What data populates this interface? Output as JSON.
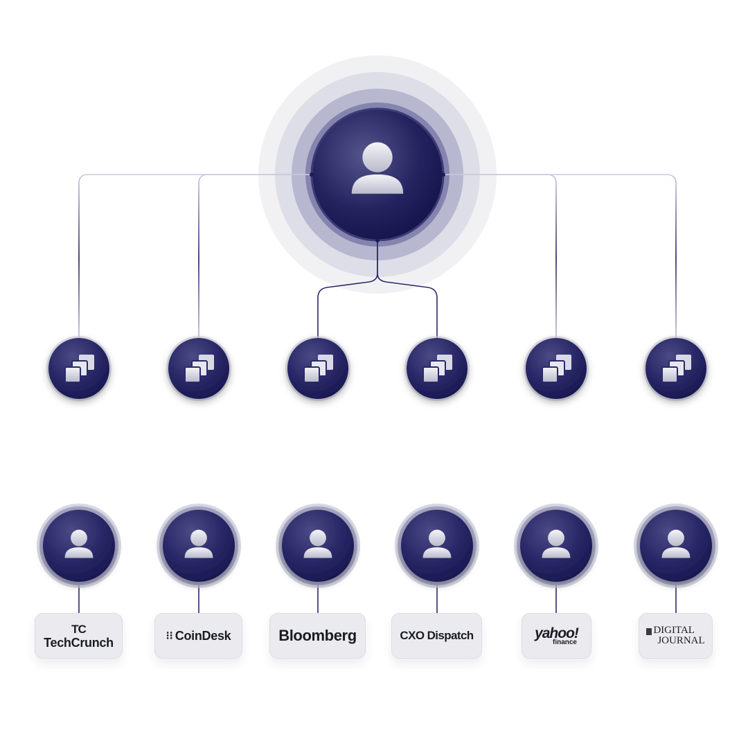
{
  "diagram": {
    "root": {
      "icon": "person-icon"
    },
    "branches": [
      {
        "channel_icon": "stacked-squares-icon",
        "person_icon": "person-icon",
        "outlet": {
          "mark": "TC",
          "label": "TechCrunch"
        }
      },
      {
        "channel_icon": "stacked-squares-icon",
        "person_icon": "person-icon",
        "outlet": {
          "mark": "⁝⁝",
          "label": "CoinDesk"
        }
      },
      {
        "channel_icon": "stacked-squares-icon",
        "person_icon": "person-icon",
        "outlet": {
          "label": "Bloomberg"
        }
      },
      {
        "channel_icon": "stacked-squares-icon",
        "person_icon": "person-icon",
        "outlet": {
          "label": "CXO Dispatch"
        }
      },
      {
        "channel_icon": "stacked-squares-icon",
        "person_icon": "person-icon",
        "outlet": {
          "label": "yahoo!",
          "sub": "finance"
        }
      },
      {
        "channel_icon": "stacked-squares-icon",
        "person_icon": "person-icon",
        "outlet": {
          "label": "DIGITAL",
          "label2": "JOURNAL"
        }
      }
    ]
  },
  "colors": {
    "navy": "#1c1b5a",
    "navy_light": "#4a4a82",
    "halo": "#b6b6d2",
    "line": "#1c1b5a",
    "card": "#ebebef"
  }
}
